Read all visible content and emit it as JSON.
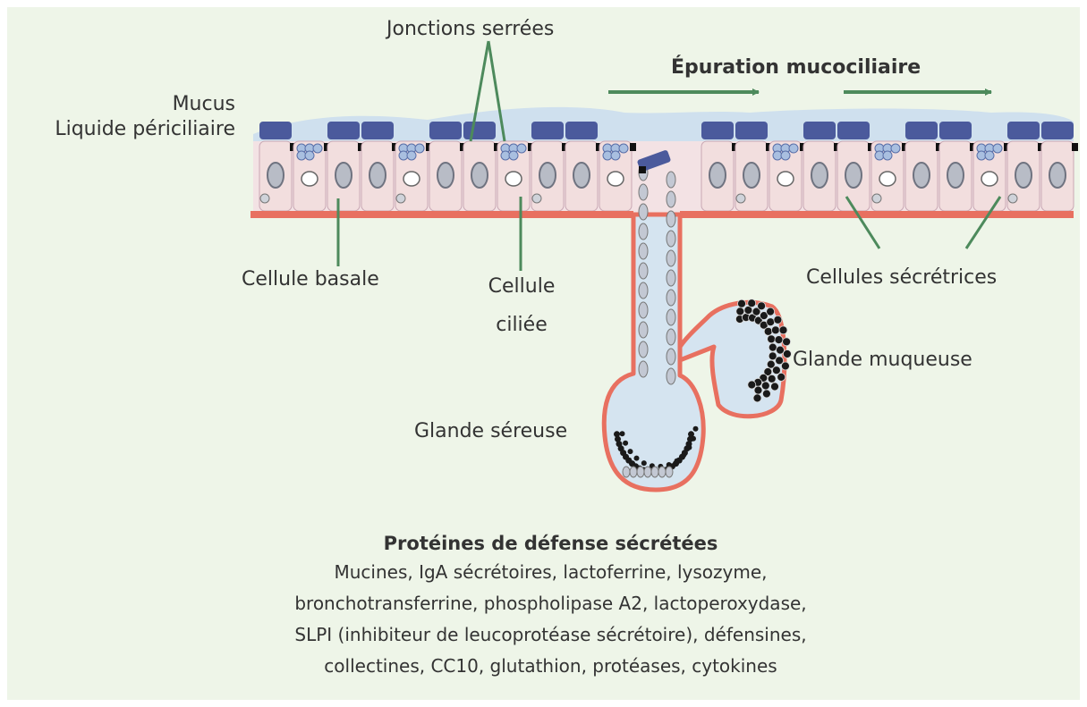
{
  "labels": {
    "jonctions": "Jonctions serrées",
    "epuration": "Épuration mucociliaire",
    "mucus": "Mucus",
    "liquide": "Liquide périciliaire",
    "cellule_basale": "Cellule basale",
    "cellule_ciliee_1": "Cellule",
    "cellule_ciliee_2": "ciliée",
    "cellules_secretrices": "Cellules sécrétrices",
    "glande_muqueuse": "Glande muqueuse",
    "glande_sereuse": "Glande séreuse"
  },
  "proteins": {
    "title": "Protéines de défense sécrétées",
    "lines": [
      "Mucines, IgA sécrétoires, lactoferrine, lysozyme,",
      "bronchotransferrine, phospholipase A2, lactoperoxydase,",
      "SLPI (inhibiteur de leucoprotéase sécrétoire), défensines,",
      "collectines, CC10, glutathion, protéases, cytokines"
    ]
  },
  "colors": {
    "background": "#eef5e8",
    "mucus": "#cfe0ee",
    "cilia_cap": "#4b5a9c",
    "cell_fill": "#f2dede",
    "basement_membrane": "#e87060",
    "arrow_green": "#4d8a5c",
    "granule": "#1a1a1a",
    "text": "#333333"
  }
}
